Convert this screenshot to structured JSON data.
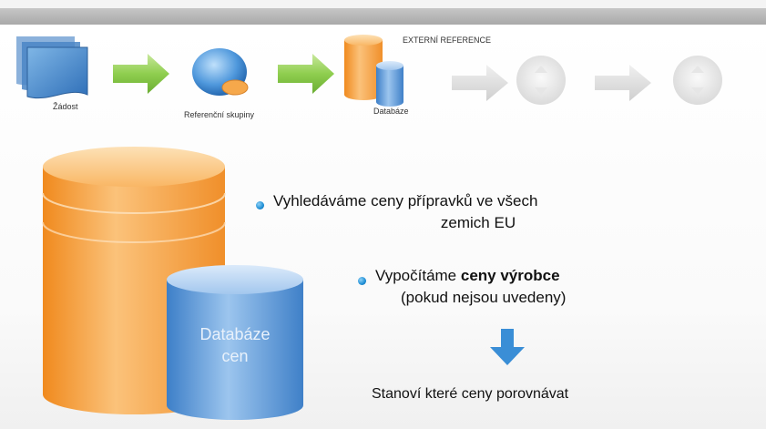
{
  "process": {
    "steps": [
      {
        "label": "Žádost"
      },
      {
        "label": "Referenční skupiny"
      },
      {
        "label": "Databáze"
      }
    ],
    "external_label": "EXTERNÍ REFERENCE"
  },
  "main": {
    "database_label_line1": "Databáze",
    "database_label_line2": "cen",
    "bullet1_line1": "Vyhledáváme ceny přípravků ve všech",
    "bullet1_line2": "zemich EU",
    "bullet2_prefix": "Vypočítáme",
    "bullet2_bold": "ceny výrobce",
    "bullet2_line2": "(pokud nejsou uvedeny)",
    "result": "Stanoví které ceny porovnávat"
  },
  "colors": {
    "orange": "#f7a44a",
    "blue": "#4f8fd4",
    "green": "#7fbf3f",
    "grey_inactive": "#d9d9d9"
  }
}
